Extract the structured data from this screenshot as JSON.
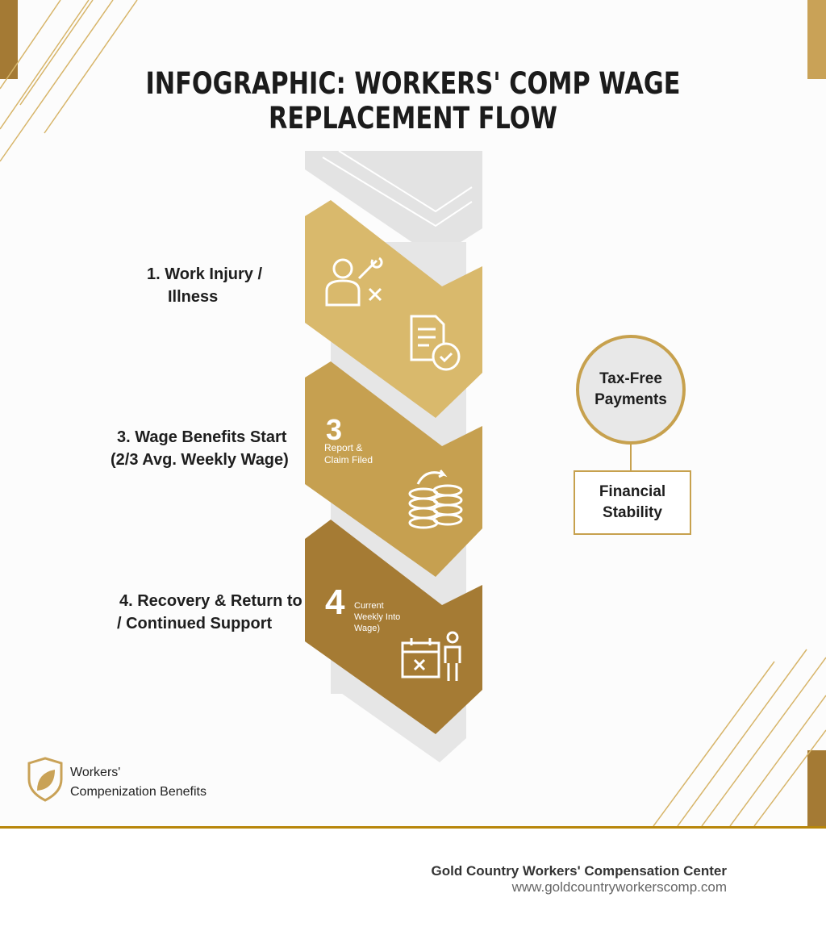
{
  "title": "INFOGRAPHIC: WORKERS' COMP WAGE REPLACEMENT FLOW",
  "steps": [
    {
      "label_line1": "1. Work Injury /",
      "label_line2": "Illness",
      "icon": "injured-worker-wrench-icon",
      "icon2": "document-clock-icon"
    },
    {
      "label_line1": "3. Wage Benefits Start",
      "label_line2": "(2/3 Avg. Weekly Wage)",
      "number": "3",
      "panel_line1": "Report &",
      "panel_line2": "Claim Filed",
      "icon": "coins-transfer-icon"
    },
    {
      "label_line1": "4. Recovery & Return to",
      "label_line2": "/ Continued Support",
      "number": "4",
      "panel_line1": "Current",
      "panel_line2": "Weekly Into",
      "panel_line3": "Wage)",
      "icon": "calendar-person-icon"
    }
  ],
  "side": {
    "circle_line1": "Tax-Free",
    "circle_line2": "Payments",
    "box_line1": "Financial",
    "box_line2": "Stability"
  },
  "badge": {
    "line1": "Workers'",
    "line2": "Compenization Benefits",
    "icon": "shield-leaf-icon"
  },
  "footer": {
    "org": "Gold Country Workers' Compensation Center",
    "url": "www.goldcountryworkerscomp.com",
    "logo": "shield-scales-logo"
  },
  "colors": {
    "gold_light": "#d8b86a",
    "gold_mid": "#c49d4c",
    "gold_dark": "#a37a33",
    "accent": "#b8860b",
    "gray": "#e4e4e4"
  }
}
